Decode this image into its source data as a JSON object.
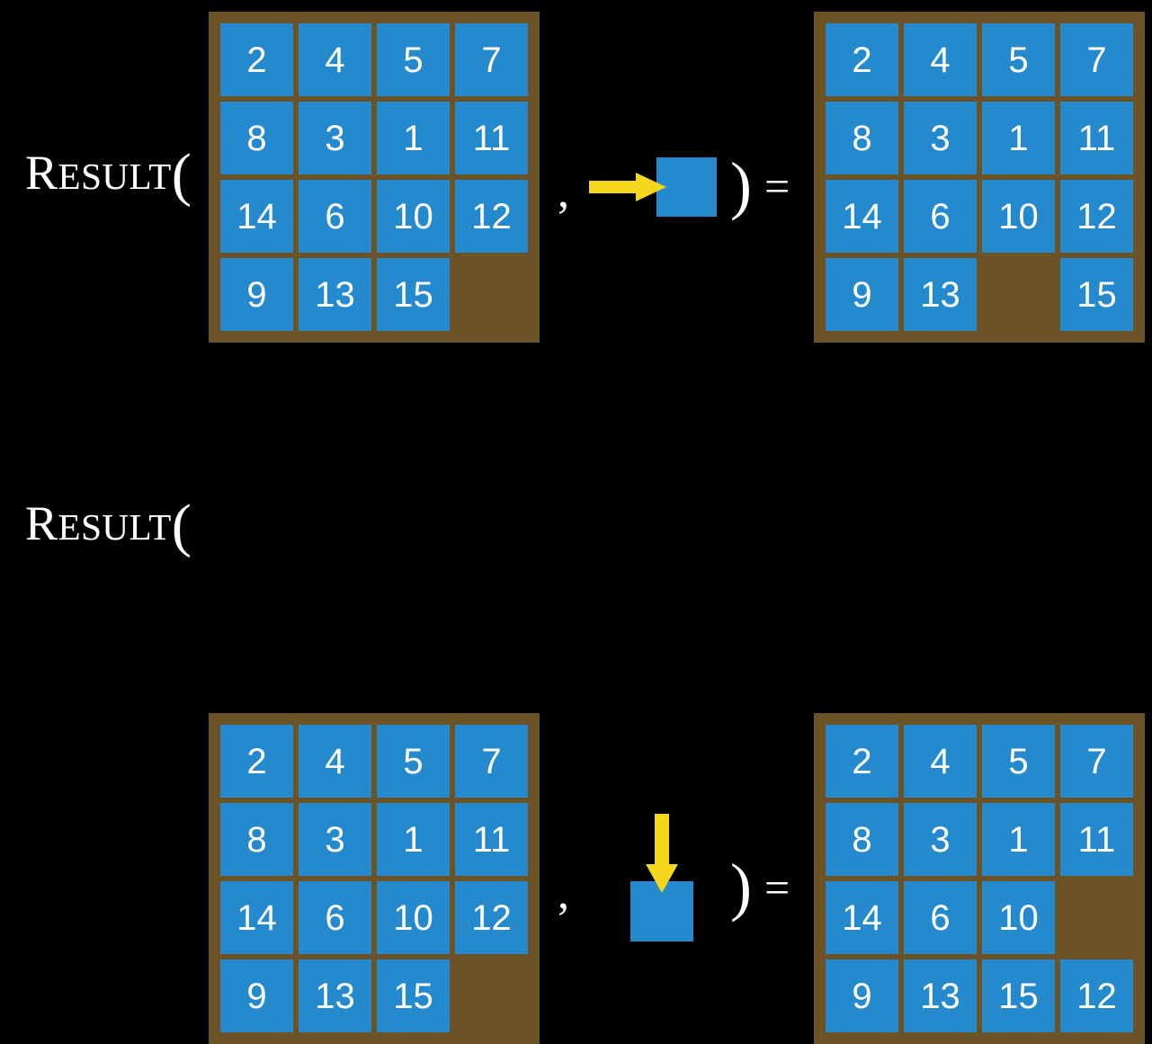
{
  "page": {
    "background_color": "#000000",
    "board_frame_color": "#6b5227",
    "tile_color": "#2589ce",
    "tile_text_color": "#ffffff",
    "arrow_color": "#f5d71e",
    "text_color": "#ffffff"
  },
  "rows": [
    {
      "label": {
        "cap": "R",
        "small_caps": "ESULT",
        "open_paren": "("
      },
      "comma": ",",
      "close_paren": ")",
      "equals": "=",
      "operator": {
        "name": "slide-right-operator",
        "arrow_direction": "right",
        "arrow_color": "#f5d71e",
        "tile_color": "#2589ce"
      },
      "input_board": {
        "name": "input-board-top",
        "rows": [
          [
            "2",
            "4",
            "5",
            "7"
          ],
          [
            "8",
            "3",
            "1",
            "11"
          ],
          [
            "14",
            "6",
            "10",
            "12"
          ],
          [
            "9",
            "13",
            "15",
            ""
          ]
        ]
      },
      "output_board": {
        "name": "output-board-top",
        "rows": [
          [
            "2",
            "4",
            "5",
            "7"
          ],
          [
            "8",
            "3",
            "1",
            "11"
          ],
          [
            "14",
            "6",
            "10",
            "12"
          ],
          [
            "9",
            "13",
            "",
            "15"
          ]
        ]
      }
    },
    {
      "label": {
        "cap": "R",
        "small_caps": "ESULT",
        "open_paren": "("
      },
      "comma": ",",
      "close_paren": ")",
      "equals": "=",
      "operator": {
        "name": "slide-down-operator",
        "arrow_direction": "down",
        "arrow_color": "#f5d71e",
        "tile_color": "#2589ce"
      },
      "input_board": {
        "name": "input-board-bottom",
        "rows": [
          [
            "2",
            "4",
            "5",
            "7"
          ],
          [
            "8",
            "3",
            "1",
            "11"
          ],
          [
            "14",
            "6",
            "10",
            "12"
          ],
          [
            "9",
            "13",
            "15",
            ""
          ]
        ]
      },
      "output_board": {
        "name": "output-board-bottom",
        "rows": [
          [
            "2",
            "4",
            "5",
            "7"
          ],
          [
            "8",
            "3",
            "1",
            "11"
          ],
          [
            "14",
            "6",
            "10",
            ""
          ],
          [
            "9",
            "13",
            "15",
            "12"
          ]
        ]
      }
    }
  ]
}
